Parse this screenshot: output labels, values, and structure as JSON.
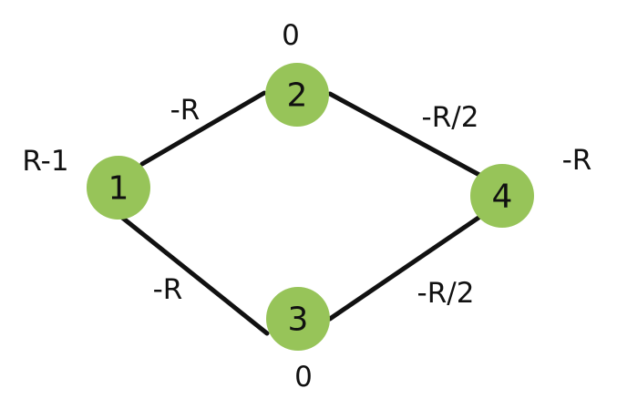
{
  "colors": {
    "node_fill": "#97c459",
    "edge": "#111111",
    "text": "#111111",
    "background": "#ffffff"
  },
  "nodes": [
    {
      "id": "1",
      "label": "1",
      "value": "R-1"
    },
    {
      "id": "2",
      "label": "2",
      "value": "0"
    },
    {
      "id": "3",
      "label": "3",
      "value": "0"
    },
    {
      "id": "4",
      "label": "4",
      "value": "-R"
    }
  ],
  "edges": [
    {
      "from": "1",
      "to": "2",
      "label": "-R"
    },
    {
      "from": "2",
      "to": "4",
      "label": "-R/2"
    },
    {
      "from": "1",
      "to": "3",
      "label": "-R"
    },
    {
      "from": "3",
      "to": "4",
      "label": "-R/2"
    }
  ]
}
